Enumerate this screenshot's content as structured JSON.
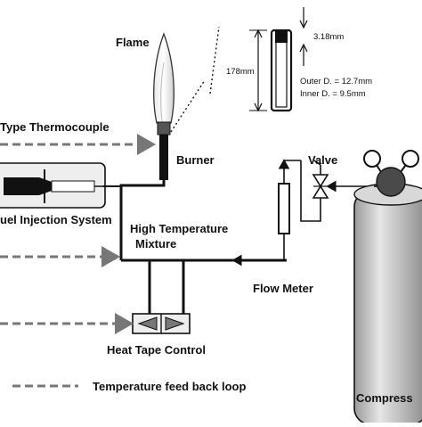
{
  "labels": {
    "flame": "Flame",
    "thermocouple": "Type Thermocouple",
    "fuel_injection": "uel Injection System",
    "burner": "Burner",
    "mixture_line1": "High Temperature",
    "mixture_line2": "Mixture",
    "flow_meter": "Flow Meter",
    "valve": "Valve",
    "heat_tape": "Heat Tape Control",
    "feedback_loop": "Temperature feed back loop",
    "compressed": "Compress"
  },
  "dimensions": {
    "top_gap": "3.18mm",
    "length": "178mm",
    "outer_d": "Outer D. = 12.7mm",
    "inner_d": "Inner D.  = 9.5mm"
  },
  "colors": {
    "line": "#111111",
    "dashed": "#777777",
    "cylinder": "#c8c8c8",
    "valve_head": "#4a4a4a",
    "panel_bg": "#eeeeee"
  }
}
